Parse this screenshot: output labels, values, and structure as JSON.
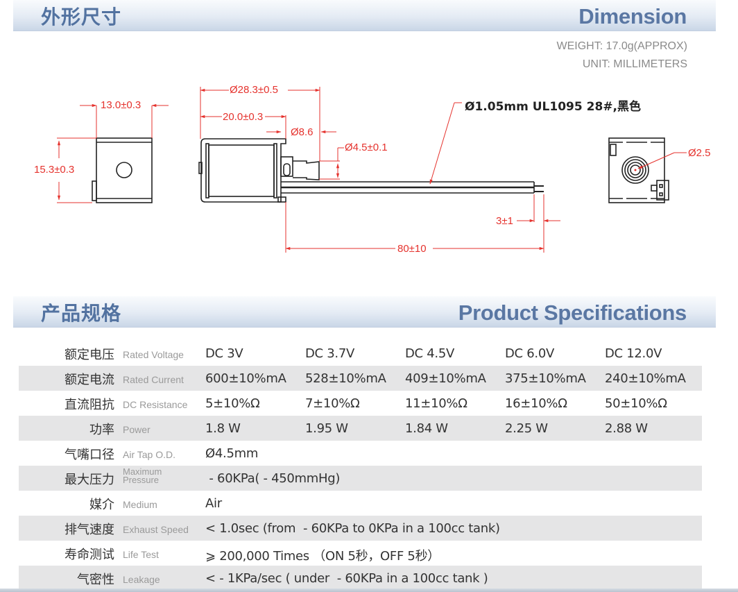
{
  "dimension_section": {
    "title_cn": "外形尺寸",
    "title_en": "Dimension",
    "weight": "WEIGHT: 17.0g(APPROX)",
    "unit": "UNIT: MILLIMETERS",
    "annotations": {
      "front_width": "13.0±0.3",
      "front_height": "15.3±0.3",
      "total_length": "Ø28.3±0.5",
      "body_length": "20.0±0.3",
      "nozzle_base": "Ø8.6",
      "nozzle_od": "Ø4.5±0.1",
      "wire_spec": "Ø1.05mm UL1095 28#,黑色",
      "strip_length": "3±1",
      "wire_length": "80±10",
      "port_diameter": "Ø2.5"
    },
    "colors": {
      "dimension_red": "#e5322d",
      "header_blue": "#5a77a3",
      "outline": "#222222"
    }
  },
  "spec_section": {
    "title_cn": "产品规格",
    "title_en": "Product Specifications",
    "rows": [
      {
        "label_cn": "额定电压",
        "label_en": "Rated Voltage",
        "values": [
          "DC 3V",
          "DC 3.7V",
          "DC 4.5V",
          "DC 6.0V",
          "DC 12.0V"
        ]
      },
      {
        "label_cn": "额定电流",
        "label_en": "Rated Current",
        "values": [
          "600±10%mA",
          "528±10%mA",
          "409±10%mA",
          "375±10%mA",
          "240±10%mA"
        ]
      },
      {
        "label_cn": "直流阻抗",
        "label_en": "DC Resistance",
        "values": [
          "5±10%Ω",
          "7±10%Ω",
          "11±10%Ω",
          "16±10%Ω",
          "50±10%Ω"
        ]
      },
      {
        "label_cn": "功率",
        "label_en": "Power",
        "values": [
          "1.8 W",
          "1.95 W",
          "1.84 W",
          "2.25 W",
          "2.88 W"
        ]
      },
      {
        "label_cn": "气嘴口径",
        "label_en": "Air Tap O.D.",
        "value": "Ø4.5mm"
      },
      {
        "label_cn": "最大压力",
        "label_en_line1": "Maximum",
        "label_en_line2": "Pressure",
        "value": " - 60KPa( - 450mmHg)"
      },
      {
        "label_cn": "媒介",
        "label_en": "Medium",
        "value": "Air"
      },
      {
        "label_cn": "排气速度",
        "label_en": "Exhaust Speed",
        "value": "< 1.0sec (from  - 60KPa to 0KPa in a 100cc tank)"
      },
      {
        "label_cn": "寿命测试",
        "label_en": "Life Test",
        "value": "⩾ 200,000 Times （ON 5秒，OFF 5秒）"
      },
      {
        "label_cn": "气密性",
        "label_en": "Leakage",
        "value": "< - 1KPa/sec ( under  - 60KPa in a 100cc tank )"
      }
    ]
  }
}
